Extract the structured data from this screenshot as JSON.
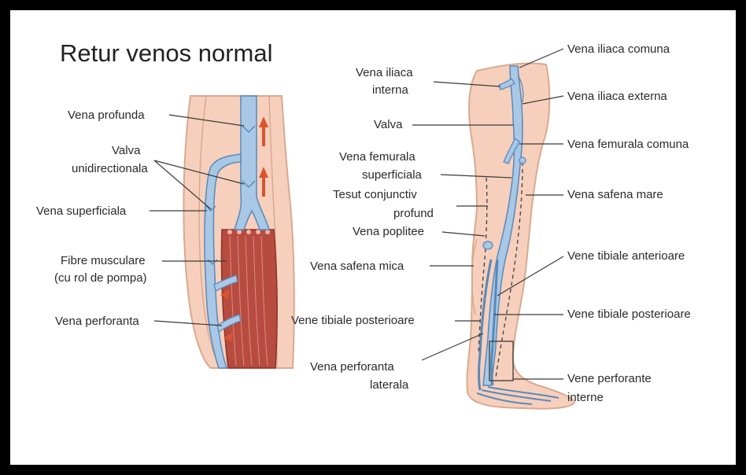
{
  "title": "Retur venos normal",
  "colors": {
    "frame": "#000000",
    "background": "#ffffff",
    "skin": "#f6d0bd",
    "skin_outline": "#d9a98f",
    "vein": "#a9c8e6",
    "vein_outline": "#5a89b8",
    "muscle": "#b84b3f",
    "flow_arrow": "#d9542f"
  },
  "left_figure": {
    "labels": {
      "deep_vein": "Vena profunda",
      "valve_line1": "Valva",
      "valve_line2": "unidirectionala",
      "superficial_vein": "Vena superficiala",
      "muscle_fibers_line1": "Fibre musculare",
      "muscle_fibers_line2": "(cu rol de pompa)",
      "perforating_vein": "Vena perforanta"
    }
  },
  "right_figure": {
    "labels": {
      "internal_iliac_line1": "Vena iliaca",
      "internal_iliac_line2": "interna",
      "valve": "Valva",
      "superficial_femoral_line1": "Vena femurala",
      "superficial_femoral_line2": "superficiala",
      "deep_tissue_line1": "Tesut conjunctiv",
      "deep_tissue_line2": "profund",
      "popliteal": "Vena poplitee",
      "small_saphenous": "Vena safena mica",
      "posterior_tibial_left": "Vene tibiale posterioare",
      "lateral_perforating_line1": "Vena perforanta",
      "lateral_perforating_line2": "laterala",
      "common_iliac": "Vena iliaca comuna",
      "external_iliac": "Vena iliaca externa",
      "common_femoral": "Vena femurala comuna",
      "great_saphenous": "Vena safena mare",
      "anterior_tibial": "Vene tibiale anterioare",
      "posterior_tibial_right": "Vene tibiale posterioare",
      "internal_perforating_line1": "Vene perforante",
      "internal_perforating_line2": "interne"
    }
  }
}
